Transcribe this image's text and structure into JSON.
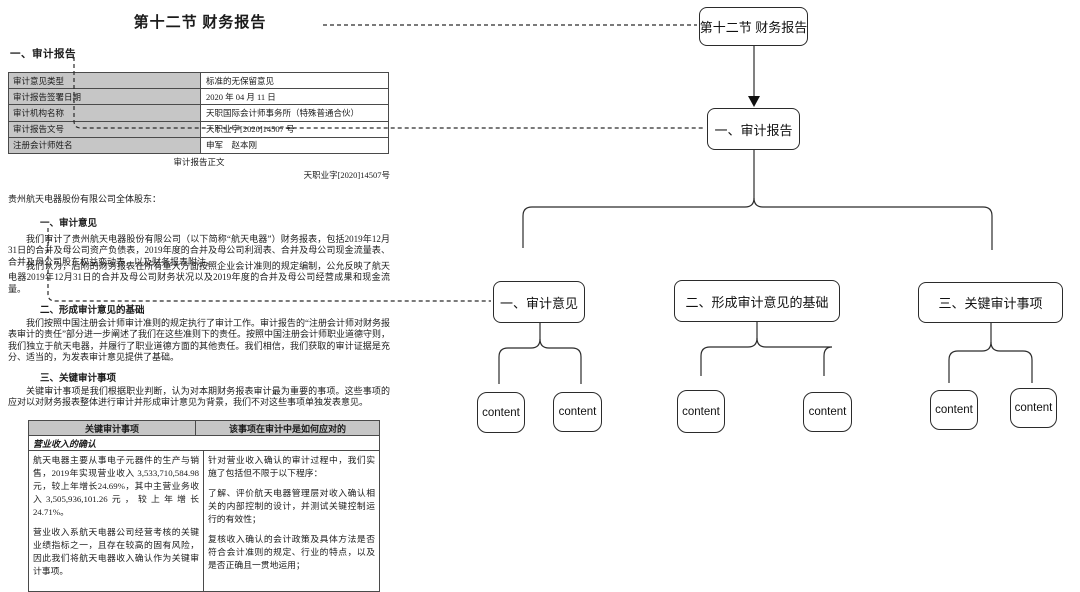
{
  "document": {
    "title": "第十二节 财务报告",
    "section_heading": "一、审计报告",
    "info_table": {
      "rows": [
        {
          "label": "审计意见类型",
          "value": "标准的无保留意见"
        },
        {
          "label": "审计报告签署日期",
          "value": "2020 年 04 月 11 日"
        },
        {
          "label": "审计机构名称",
          "value": "天职国际会计师事务所（特殊普通合伙）"
        },
        {
          "label": "审计报告文号",
          "value": "天职业字[2020]14507 号"
        },
        {
          "label": "注册会计师姓名",
          "value": "申军　赵本刚"
        }
      ]
    },
    "body_caption": "审计报告正文",
    "doc_number": "天职业字[2020]14507号",
    "salutation": "贵州航天电器股份有限公司全体股东：",
    "opinion_heading": "一、审计意见",
    "opinion_p1": "我们审计了贵州航天电器股份有限公司（以下简称“航天电器”）财务报表，包括2019年12月31日的合并及母公司资产负债表，2019年度的合并及母公司利润表、合并及母公司现金流量表、合并及母公司股东权益变动表，以及财务报表附注。",
    "opinion_p2": "我们认为，后附的财务报表在所有重大方面按照企业会计准则的规定编制，公允反映了航天电器2019年12月31日的合并及母公司财务状况以及2019年度的合并及母公司经营成果和现金流量。",
    "basis_heading": "二、形成审计意见的基础",
    "basis_p": "我们按照中国注册会计师审计准则的规定执行了审计工作。审计报告的“注册会计师对财务报表审计的责任”部分进一步阐述了我们在这些准则下的责任。按照中国注册会计师职业道德守则，我们独立于航天电器，并履行了职业道德方面的其他责任。我们相信，我们获取的审计证据是充分、适当的，为发表审计意见提供了基础。",
    "kam_heading": "三、关键审计事项",
    "kam_p": "关键审计事项是我们根据职业判断，认为对本期财务报表审计最为重要的事项。这些事项的应对以对财务报表整体进行审计并形成审计意见为背景，我们不对这些事项单独发表意见。",
    "kam_table": {
      "col1_header": "关键审计事项",
      "col2_header": "该事项在审计中是如何应对的",
      "span_row": "营业收入的确认",
      "left_p1": "航天电器主要从事电子元器件的生产与销售，2019年实现营业收入 3,533,710,584.98 元，较上年增长24.69%，其中主营业务收入3,505,936,101.26元，较上年增长24.71%。",
      "left_p2": "营业收入系航天电器公司经营考核的关键业绩指标之一，且存在较高的固有风险，因此我们将航天电器收入确认作为关键审计事项。",
      "right_p1": "针对营业收入确认的审计过程中，我们实施了包括但不限于以下程序：",
      "right_p2": "了解、评价航天电器管理层对收入确认相关的内部控制的设计，并测试关键控制运行的有效性；",
      "right_p3": "复核收入确认的会计政策及具体方法是否符合会计准则的规定、行业的特点，以及是否正确且一贯地运用；"
    }
  },
  "flowchart": {
    "root_label": "第十二节 财务报告",
    "level1_label": "一、审计报告",
    "branches": [
      {
        "label": "一、审计意见"
      },
      {
        "label": "二、形成审计意见的基础"
      },
      {
        "label": "三、关键审计事项"
      }
    ],
    "content_label": "content"
  },
  "colors": {
    "table_header_bg": "#c6c6c6",
    "line": "#2b2b2b",
    "text": "#1b1b1b",
    "background": "#ffffff"
  }
}
